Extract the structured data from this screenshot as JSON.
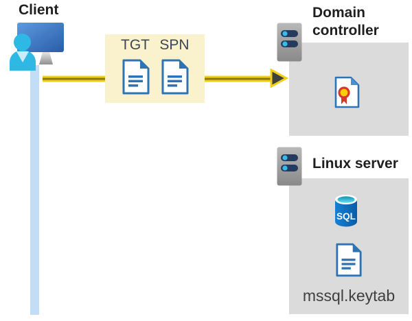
{
  "client": {
    "label": "Client"
  },
  "tickets": {
    "tgt": "TGT",
    "spn": "SPN"
  },
  "domain_controller": {
    "label": "Domain controller"
  },
  "linux_server": {
    "label": "Linux server",
    "sql_badge": "SQL",
    "keytab": "mssql.keytab"
  },
  "colors": {
    "highlight_box": "#faf2cc",
    "container_box": "#dbdbdb",
    "arrow_yellow": "#f2cf17",
    "arrow_core": "#8a7a12",
    "arrow_head": "#3f4040",
    "doc_blue": "#2e74b5",
    "person_cyan": "#2eb9e5",
    "monitor_blue": "#3c77c4",
    "sql_body_blue": "#0c6cbd",
    "sql_top_cyan": "#52d2ea",
    "server_bar_navy": "#243a5e",
    "server_dot_cyan": "#35bde8",
    "client_line_blue": "#c3ddf6",
    "ribbon_red": "#d8382c",
    "seal_gold": "#ffcd00",
    "heading_text": "#1f1f1f",
    "ticket_text": "#3a4656",
    "keytab_text": "#3f3f3f"
  }
}
